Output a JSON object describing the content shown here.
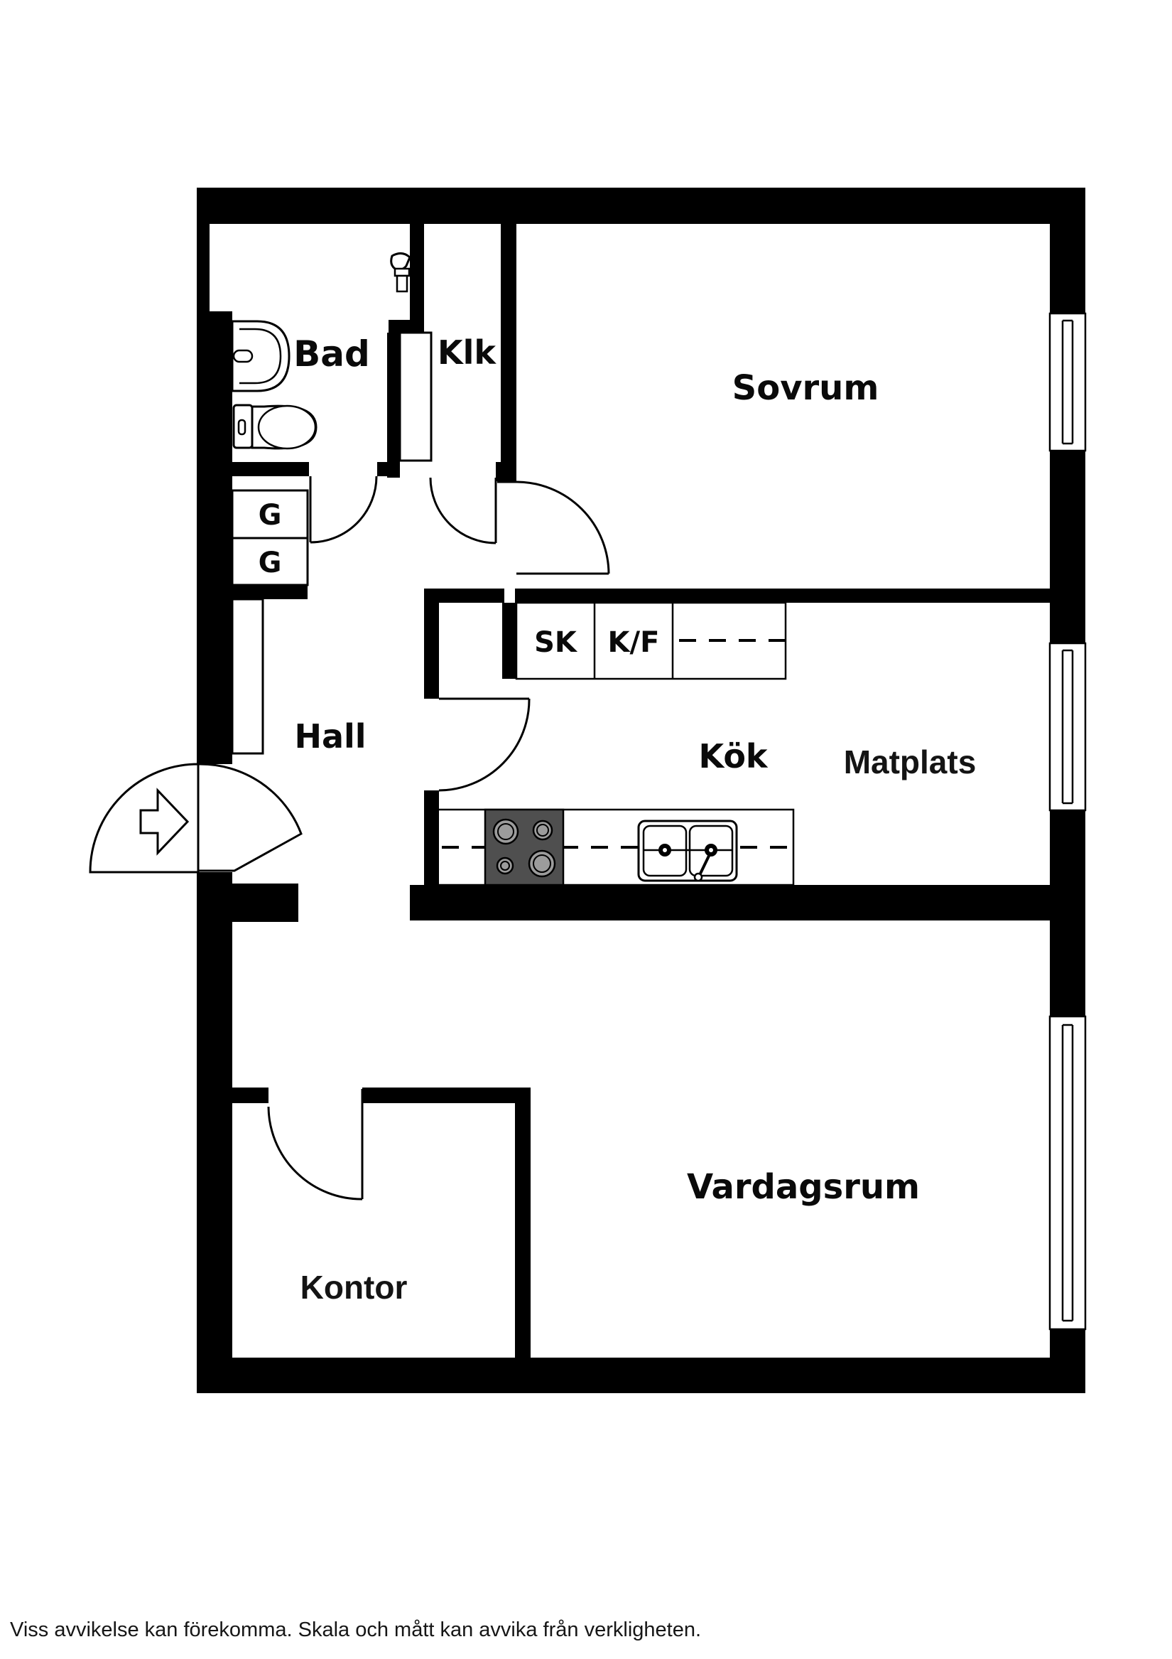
{
  "plan": {
    "type": "apartment-floor-plan",
    "colors": {
      "wall": "#000000",
      "background": "#ffffff",
      "stove": "#4f4f4f",
      "burner": "#9c9c9c"
    },
    "rooms": {
      "bad": {
        "label": "Bad"
      },
      "klk": {
        "label": "Klk"
      },
      "sovrum": {
        "label": "Sovrum"
      },
      "hall": {
        "label": "Hall"
      },
      "kok": {
        "label": "Kök"
      },
      "matplats": {
        "label": "Matplats"
      },
      "vardagsrum": {
        "label": "Vardagsrum"
      },
      "kontor": {
        "label": "Kontor"
      }
    },
    "wardrobes": {
      "cell1": "G",
      "cell2": "G"
    },
    "kitchen_units": {
      "sk": "SK",
      "kf": "K/F"
    },
    "features": {
      "windows": [
        "sovrum-window",
        "matplats-window",
        "vardagsrum-window"
      ],
      "fixtures": [
        "bath-sink",
        "toilet",
        "bath-faucet",
        "stove",
        "kitchen-sink",
        "entrance-arrow"
      ]
    },
    "footer": {
      "disclaimer": "Viss avvikelse kan förekomma. Skala och mått kan avvika från verkligheten."
    }
  }
}
